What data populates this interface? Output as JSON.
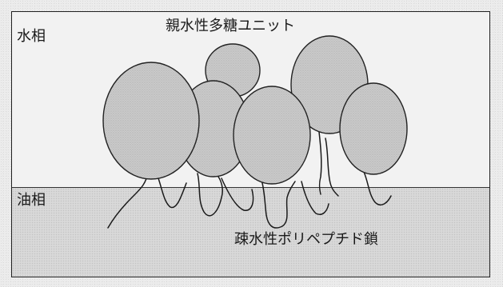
{
  "labels": {
    "aqueous_phase": "水相",
    "oil_phase": "油相",
    "hydrophilic_unit": "親水性多糖ユニット",
    "hydrophobic_chain": "疎水性ポリペプチド鎖"
  },
  "colors": {
    "ellipse_fill": "#c8c8c8",
    "ellipse_stroke": "#222222",
    "water_bg": "#f2f2f2",
    "oil_bg": "#d9d9d9"
  }
}
